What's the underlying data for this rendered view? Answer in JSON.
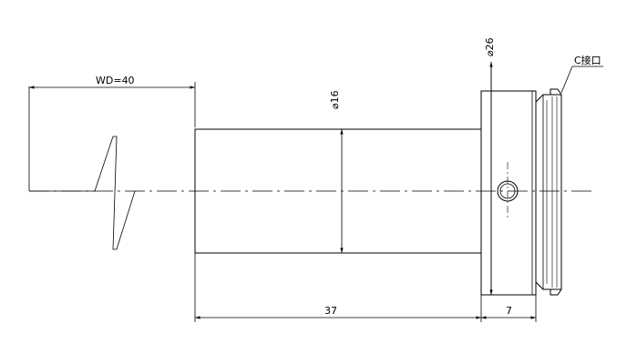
{
  "drawing": {
    "labels": {
      "working_distance": "WD=40",
      "diameter_small": "⌀16",
      "diameter_large": "⌀26",
      "body_length": "37",
      "flange_length": "7",
      "mount": "C接口"
    },
    "stroke_color": "#000000"
  }
}
